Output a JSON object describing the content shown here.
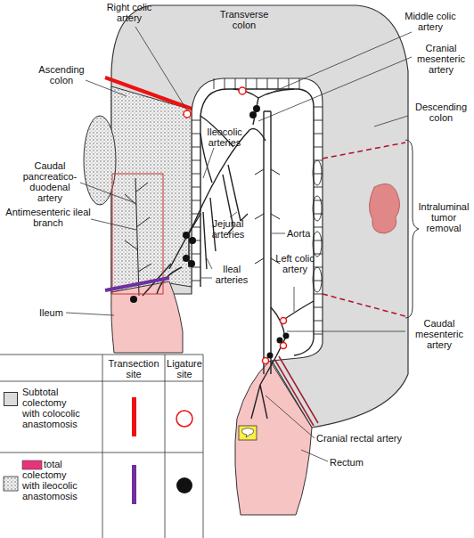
{
  "diagram": {
    "labels": [
      "Right colic artery",
      "Transverse colon",
      "Middle colic artery",
      "Cranial mesenteric artery",
      "Ascending colon",
      "Descending colon",
      "Ileocolic arteries",
      "Caudal pancreatico-duodenal artery",
      "Antimesenteric ileal branch",
      "Jejunal arteries",
      "Aorta",
      "Intraluminal tumor removal",
      "Ileal arteries",
      "Left colic artery",
      "Ileum",
      "Caudal mesenteric artery",
      "Cranial rectal artery",
      "Rectum",
      "Transection site",
      "Ligature site"
    ],
    "legend": [
      {
        "text": "Subtotal colectomy with colocolic anastomosis",
        "color": "#dcdcdc"
      },
      {
        "text": "total colectomy with ileocolic anastomosis"
      }
    ]
  }
}
